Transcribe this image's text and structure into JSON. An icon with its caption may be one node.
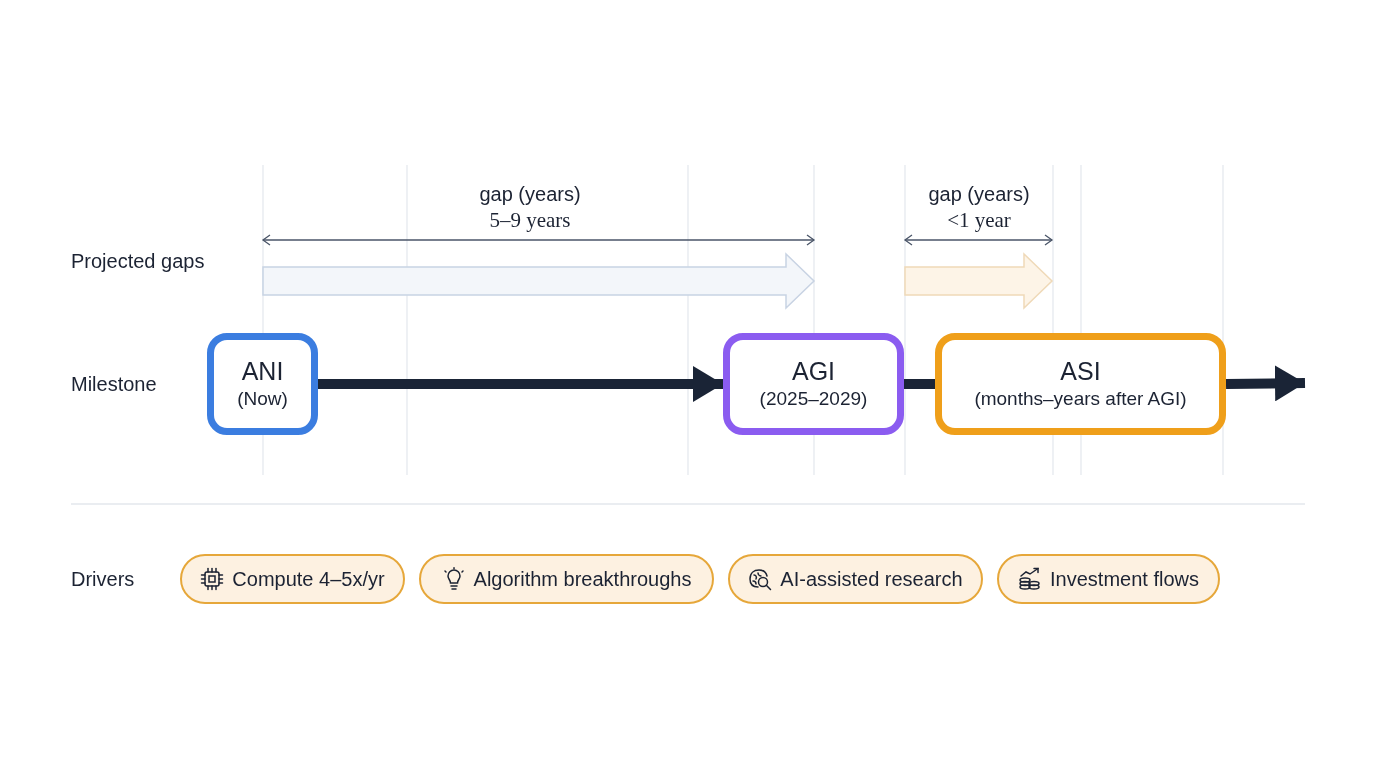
{
  "diagram": {
    "nodes": [
      {
        "text": [
          "ANI",
          "(Now)"
        ]
      },
      {
        "text": [
          "AGI",
          "(2025–2029)"
        ]
      },
      {
        "text": [
          "ASI",
          "(months–years after AGI)"
        ]
      },
      {
        "text": [
          "Compute 4–5x/yr"
        ]
      },
      {
        "text": [
          "Algorithm breakthroughs"
        ]
      },
      {
        "text": [
          "AI-assisted research"
        ]
      },
      {
        "text": [
          "Investment flows"
        ]
      }
    ],
    "edges": [
      {
        "from": 0,
        "to": 1,
        "arrow": "to"
      },
      {
        "from": 1,
        "to": 2,
        "arrow": "none"
      },
      {
        "from": 2,
        "to": null,
        "arrow": "to"
      }
    ],
    "labels": [
      "gap (years)",
      "5–9 years",
      "gap (years)",
      "<1 year",
      "Projected gaps",
      "Milestone",
      "Drivers"
    ]
  }
}
